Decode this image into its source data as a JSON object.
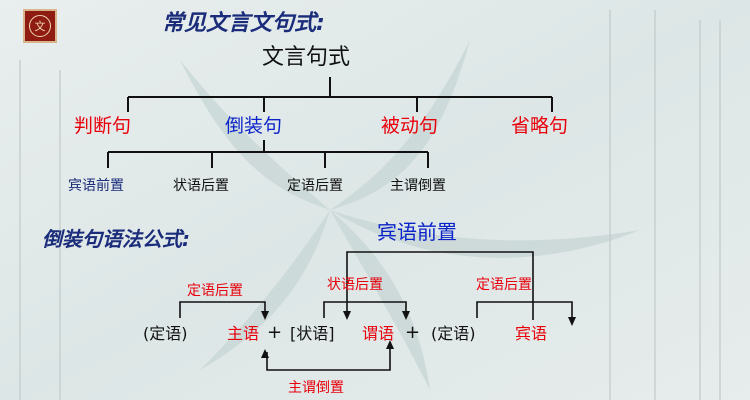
{
  "logo": {
    "text": "文"
  },
  "page_title": "常见文言文句式:",
  "tree": {
    "root": "文言句式",
    "level1": [
      "判断句",
      "倒装句",
      "被动句",
      "省略句"
    ],
    "level2": [
      "宾语前置",
      "状语后置",
      "定语后置",
      "主谓倒置"
    ]
  },
  "formula": {
    "heading": "倒装句语法公式:",
    "top_label": "宾语前置",
    "sequence": [
      "(定语)",
      "主语",
      "+",
      "[状语]",
      "谓语",
      "+",
      "(定语)",
      "宾语"
    ],
    "label_left": "定语后置",
    "label_mid": "状语后置",
    "label_right": "定语后置",
    "label_bottom": "主谓倒置"
  },
  "colors": {
    "red": "#e8000b",
    "blue": "#0b24c9",
    "navy": "#1a2c7a",
    "black": "#111111"
  }
}
